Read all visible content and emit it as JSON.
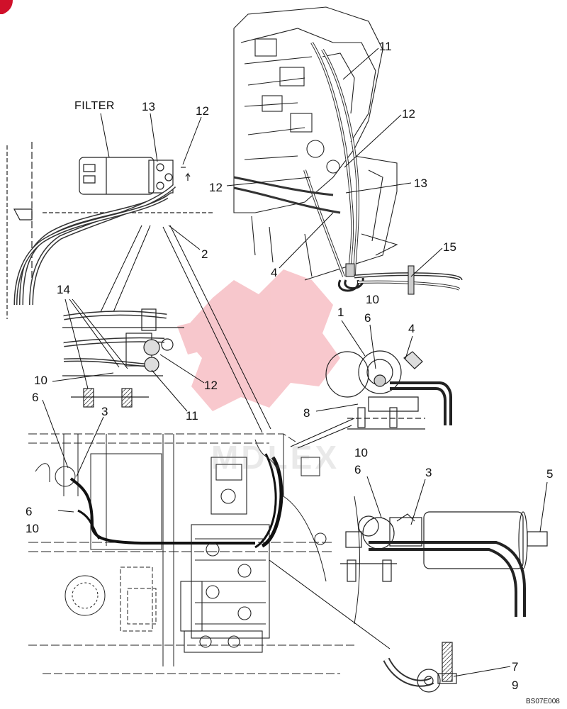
{
  "diagram": {
    "filter_label": "FILTER",
    "figure_code": "BS07E008",
    "watermark": "MDLEX",
    "callouts": {
      "c1": "1",
      "c2": "2",
      "c3a": "3",
      "c3b": "3",
      "c4a": "4",
      "c4b": "4",
      "c5": "5",
      "c6a": "6",
      "c6b": "6",
      "c6c": "6",
      "c6d": "6",
      "c7": "7",
      "c8": "8",
      "c9": "9",
      "c10a": "10",
      "c10b": "10",
      "c10c": "10",
      "c10d": "10",
      "c11a": "11",
      "c11b": "11",
      "c12a": "12",
      "c12b": "12",
      "c12c": "12",
      "c12d": "12",
      "c13a": "13",
      "c13b": "13",
      "c14": "14",
      "c15": "15"
    }
  }
}
